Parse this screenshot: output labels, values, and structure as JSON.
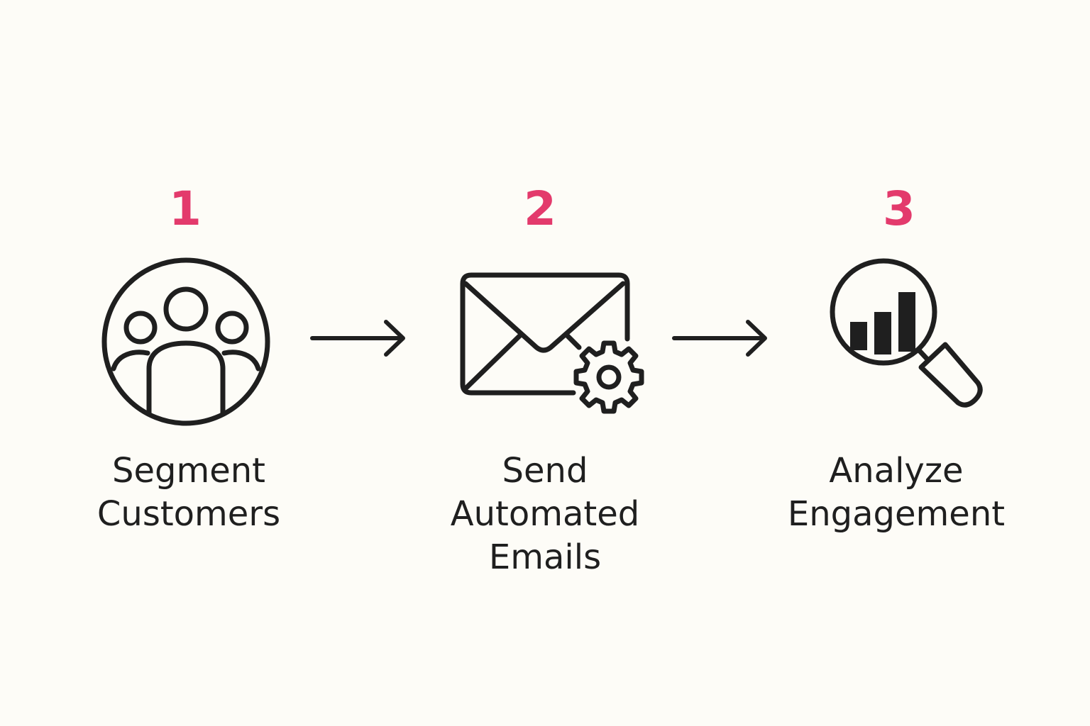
{
  "accent_color": "#e33a6c",
  "ink_color": "#1f1f1f",
  "background_color": "#fdfcf7",
  "steps": [
    {
      "number": "1",
      "icon": "people-group-icon",
      "label_lines": [
        "Segment",
        "Customers"
      ]
    },
    {
      "number": "2",
      "icon": "email-gear-icon",
      "label_lines": [
        "Send",
        "Automated",
        "Emails"
      ]
    },
    {
      "number": "3",
      "icon": "magnifier-bar-chart-icon",
      "label_lines": [
        "Analyze",
        "Engagement"
      ]
    }
  ],
  "connectors": [
    "right-arrow-icon",
    "right-arrow-icon"
  ]
}
